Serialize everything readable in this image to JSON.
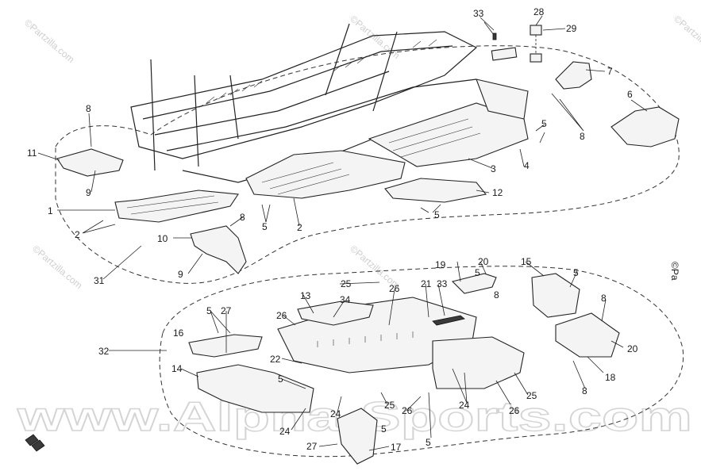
{
  "watermarks": {
    "partzilla": "©Partzilla.com",
    "partzilla_cut": "©Pa",
    "alpha_sports": "www.Alpha-Sports.com"
  },
  "callouts": {
    "c1": "1",
    "c2": "2",
    "c2b": "2",
    "c3": "3",
    "c4": "4",
    "c5a": "5",
    "c5b": "5",
    "c5c": "5",
    "c5d": "5",
    "c5e": "5",
    "c5f": "5",
    "c5g": "5",
    "c5h": "5",
    "c5i": "5",
    "c6": "6",
    "c7": "7",
    "c8a": "8",
    "c8b": "8",
    "c8c": "8",
    "c8d": "8",
    "c8e": "8",
    "c8f": "8",
    "c9a": "9",
    "c9b": "9",
    "c10": "10",
    "c11": "11",
    "c12": "12",
    "c13": "13",
    "c14": "14",
    "c15": "15",
    "c16": "16",
    "c17": "17",
    "c18": "18",
    "c19": "19",
    "c20a": "20",
    "c20b": "20",
    "c21": "21",
    "c22": "22",
    "c24a": "24",
    "c24b": "24",
    "c24c": "24",
    "c25a": "25",
    "c25b": "25",
    "c25c": "25",
    "c26a": "26",
    "c26b": "26",
    "c26c": "26",
    "c26d": "26",
    "c27a": "27",
    "c27b": "27",
    "c28": "28",
    "c29": "29",
    "c31": "31",
    "c32": "32",
    "c33a": "33",
    "c33b": "33",
    "c34": "34"
  },
  "colors": {
    "ink": "#222222",
    "watermark": "#cfcfcf",
    "background": "#ffffff"
  }
}
